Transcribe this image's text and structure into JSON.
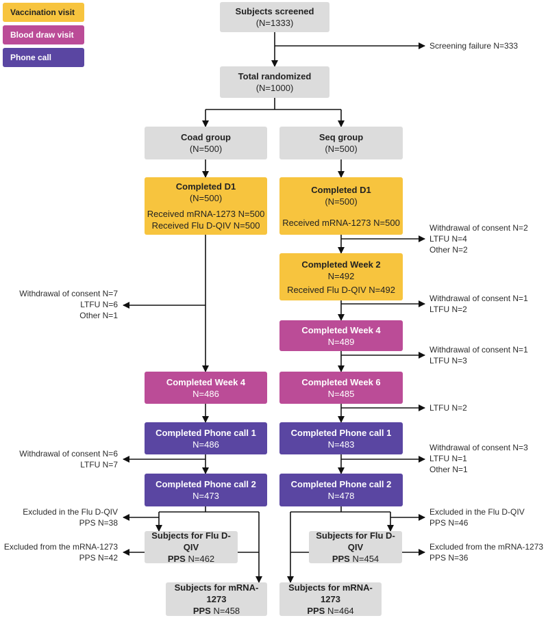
{
  "legend": [
    {
      "label": "Vaccination visit",
      "color": "#f7c43e"
    },
    {
      "label": "Blood draw visit",
      "color": "#bb4c97"
    },
    {
      "label": "Phone call",
      "color": "#5a46a2"
    }
  ],
  "boxes": {
    "screened": {
      "title": "Subjects screened",
      "n": "(N=1333)"
    },
    "randomized": {
      "title": "Total randomized",
      "n": "(N=1000)"
    },
    "coad_group": {
      "title": "Coad group",
      "n": "(N=500)"
    },
    "seq_group": {
      "title": "Seq group",
      "n": "(N=500)"
    },
    "coad_d1": {
      "title": "Completed D1",
      "n": "(N=500)",
      "line1": "Received mRNA-1273 N=500",
      "line2": "Received Flu D-QIV N=500"
    },
    "seq_d1": {
      "title": "Completed D1",
      "n": "(N=500)",
      "line1": "Received mRNA-1273 N=500"
    },
    "seq_w2": {
      "title": "Completed Week 2",
      "n": "N=492",
      "line1": "Received Flu D-QIV N=492"
    },
    "seq_w4": {
      "title": "Completed Week 4",
      "n": "N=489"
    },
    "coad_w4": {
      "title": "Completed Week 4",
      "n": "N=486"
    },
    "seq_w6": {
      "title": "Completed Week 6",
      "n": "N=485"
    },
    "coad_pc1": {
      "title": "Completed Phone call 1",
      "n": "N=486"
    },
    "seq_pc1": {
      "title": "Completed Phone call 1",
      "n": "N=483"
    },
    "coad_pc2": {
      "title": "Completed Phone call 2",
      "n": "N=473"
    },
    "seq_pc2": {
      "title": "Completed Phone call 2",
      "n": "N=478"
    },
    "coad_flu_pps": {
      "title": "Subjects for Flu D-QIV",
      "pps": "PPS",
      "n": "N=462"
    },
    "seq_flu_pps": {
      "title": "Subjects for Flu D-QIV",
      "pps": "PPS",
      "n": "N=454"
    },
    "coad_mrna_pps": {
      "title": "Subjects for mRNA-1273",
      "pps": "PPS",
      "n": "N=458"
    },
    "seq_mrna_pps": {
      "title": "Subjects for mRNA-1273",
      "pps": "PPS",
      "n": "N=464"
    }
  },
  "notes": {
    "screening_failure": "Screening failure N=333",
    "seq_after_d1": [
      "Withdrawal of consent N=2",
      "LTFU N=4",
      "Other N=2"
    ],
    "coad_after_d1": [
      "Withdrawal of consent N=7",
      "LTFU N=6",
      "Other N=1"
    ],
    "seq_after_w2": [
      "Withdrawal of consent N=1",
      "LTFU N=2"
    ],
    "seq_after_w4": [
      "Withdrawal of consent N=1",
      "LTFU N=3"
    ],
    "seq_after_w6": "LTFU N=2",
    "coad_after_pc1": [
      "Withdrawal of consent N=6",
      "LTFU N=7"
    ],
    "seq_after_pc1": [
      "Withdrawal of consent N=3",
      "LTFU N=1",
      "Other N=1"
    ],
    "coad_excl_flu": [
      "Excluded in the Flu D-QIV",
      "PPS N=38"
    ],
    "seq_excl_flu": [
      "Excluded in the Flu D-QIV",
      "PPS N=46"
    ],
    "coad_excl_mrna": [
      "Excluded from the mRNA-1273",
      "PPS N=42"
    ],
    "seq_excl_mrna": [
      "Excluded from the mRNA-1273",
      "PPS N=36"
    ]
  }
}
